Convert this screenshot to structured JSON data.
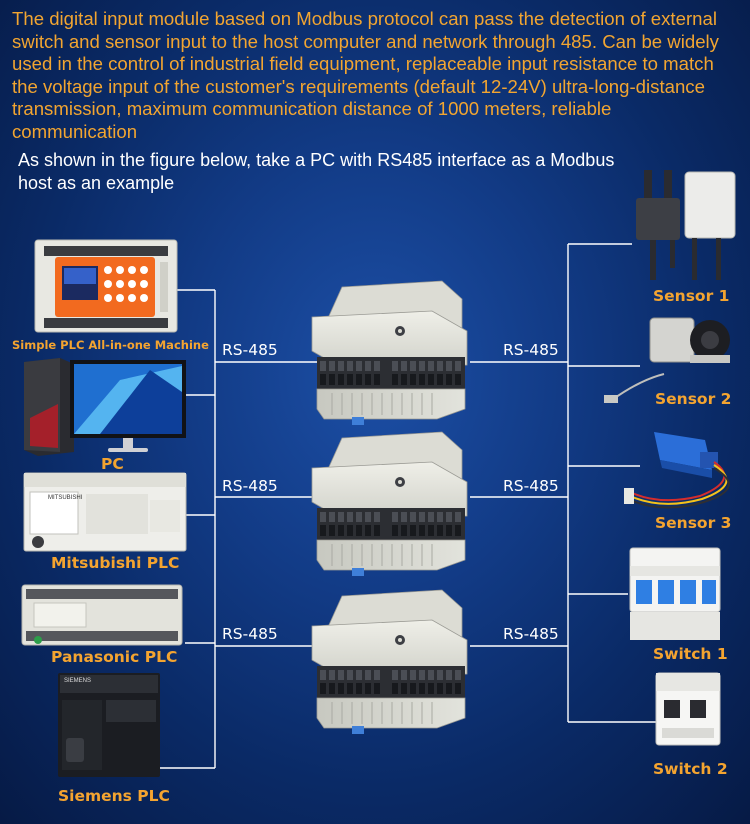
{
  "intro_text": "The digital input module based on Modbus protocol can pass the detection of external switch and sensor input to the host computer and network through 485. Can be widely used in the control of industrial field equipment, replaceable input resistance to match the voltage input of the customer's requirements (default 12-24V) ultra-long-distance transmission, maximum communication distance of 1000 meters, reliable communication",
  "subtitle": "As shown in the figure below, take a PC with RS485 interface as a Modbus host as an example",
  "hosts": [
    {
      "label": "Simple PLC All-in-one Machine"
    },
    {
      "label": "PC"
    },
    {
      "label": "Mitsubishi PLC"
    },
    {
      "label": "Panasonic PLC"
    },
    {
      "label": "Siemens PLC"
    }
  ],
  "links": {
    "left": [
      "RS-485",
      "RS-485",
      "RS-485"
    ],
    "right": [
      "RS-485",
      "RS-485",
      "RS-485"
    ]
  },
  "field_devices": [
    {
      "label": "Sensor 1"
    },
    {
      "label": "Sensor 2"
    },
    {
      "label": "Sensor 3"
    },
    {
      "label": "Switch 1"
    },
    {
      "label": "Switch 2"
    }
  ],
  "plc_panel_text": "MITSUBISHI",
  "siemens_brand": "SIEMENS",
  "colors": {
    "label_orange": "#f4a430",
    "intro_orange": "#f2a531",
    "line_white": "#ffffff",
    "background": "#123b86"
  }
}
